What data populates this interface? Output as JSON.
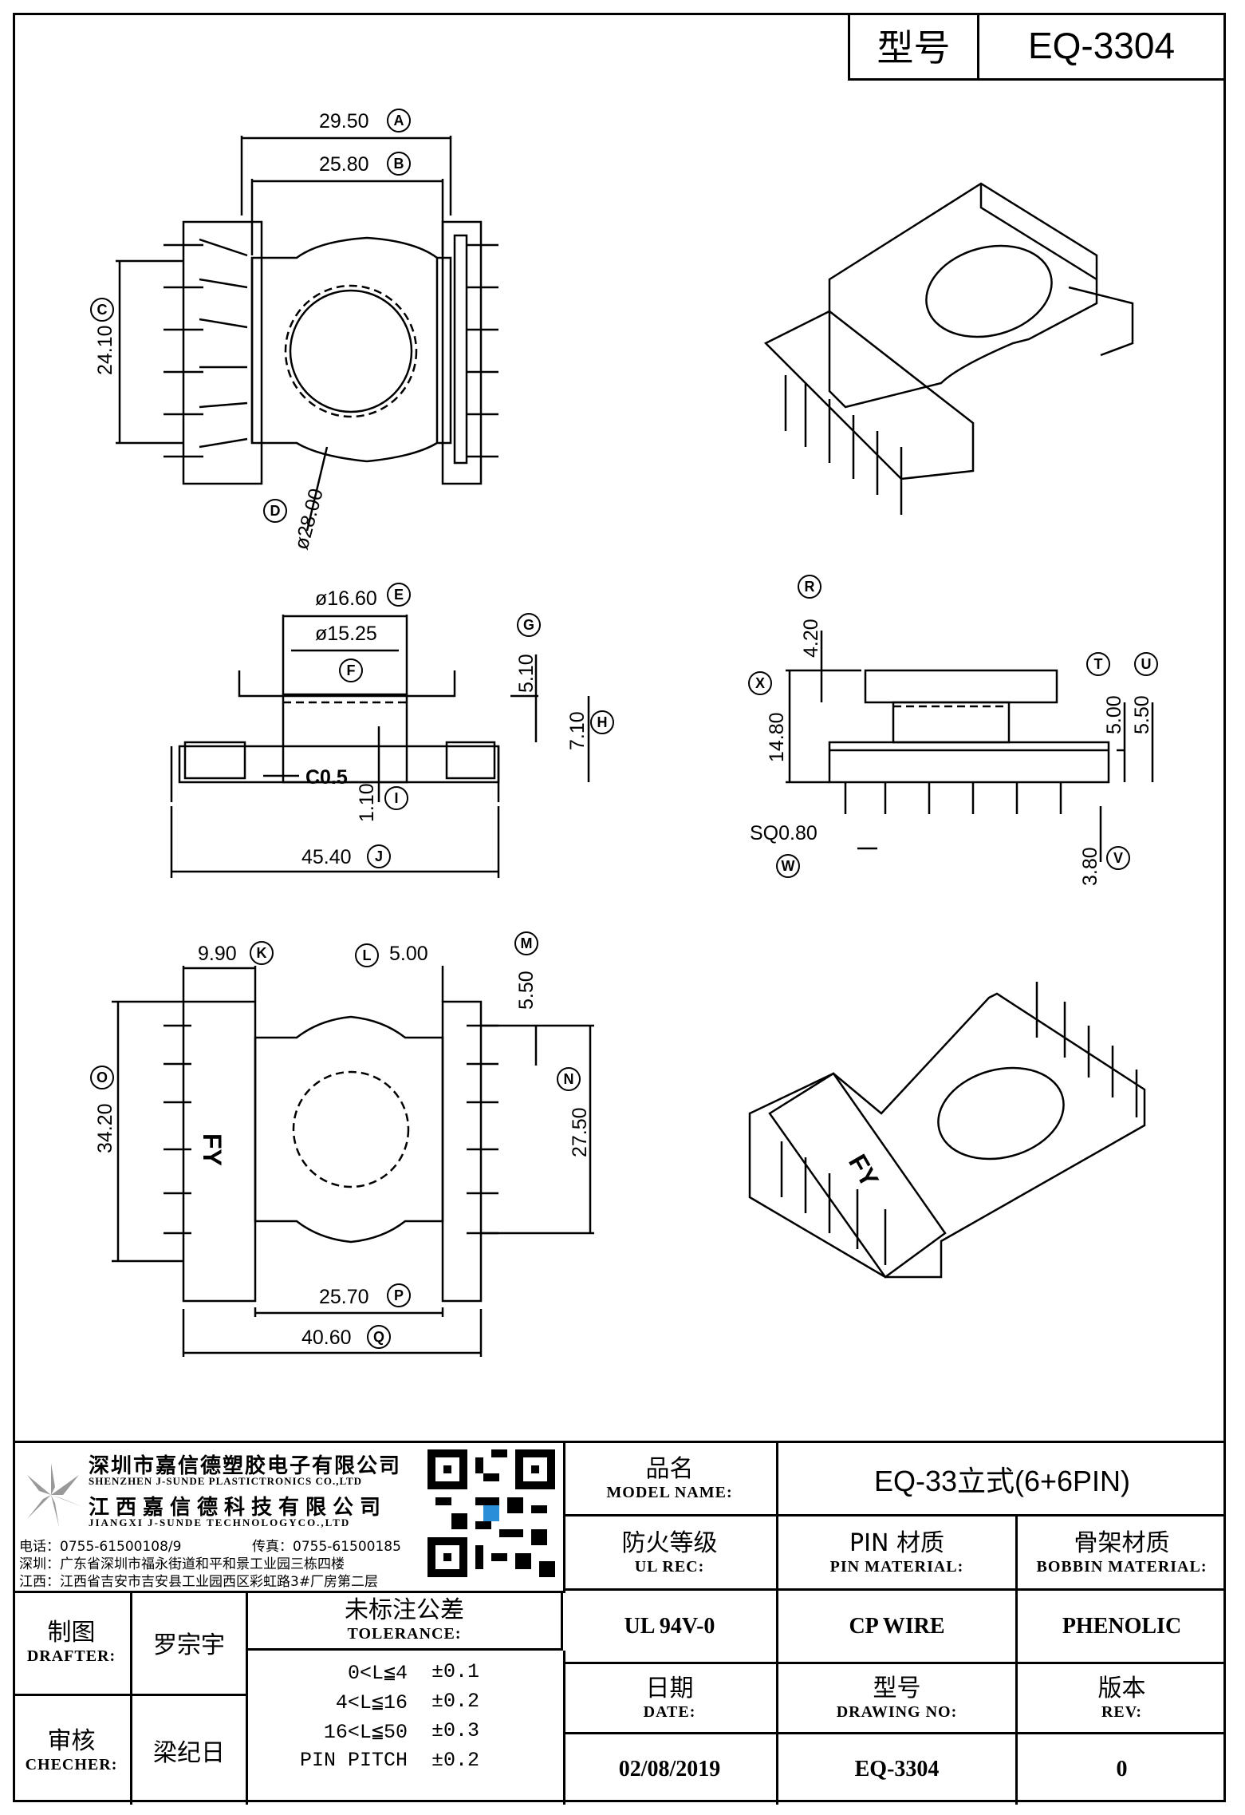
{
  "header": {
    "type_label": "型号",
    "type_value": "EQ-3304"
  },
  "dimensions": {
    "A": "29.50",
    "B": "25.80",
    "C": "24.10",
    "D": "ø28.00",
    "E": "ø16.60",
    "F": "ø15.25",
    "G": "5.10",
    "H": "7.10",
    "I": "1.10",
    "J": "45.40",
    "chamfer": "C0.5",
    "R": "4.20",
    "X": "14.80",
    "T": "5.00",
    "U": "5.50",
    "W": "SQ0.80",
    "V": "3.80",
    "K": "9.90",
    "L": "5.00",
    "M": "5.50",
    "O": "34.20",
    "N": "27.50",
    "P": "25.70",
    "Q": "40.60"
  },
  "markers": [
    "A",
    "B",
    "C",
    "D",
    "E",
    "F",
    "G",
    "H",
    "I",
    "J",
    "R",
    "X",
    "T",
    "U",
    "W",
    "V",
    "K",
    "L",
    "M",
    "O",
    "N",
    "P",
    "Q"
  ],
  "company": {
    "name_sz": "深圳市嘉信德塑胶电子有限公司",
    "name_sz_en": "SHENZHEN J-SUNDE PLASTICTRONICS CO.,LTD",
    "name_jx": "江西嘉信德科技有限公司",
    "name_jx_en": "JIANGXI J-SUNDE TECHNOLOGYCO.,LTD",
    "phone": "电话：0755-61500108/9",
    "fax": "传真：0755-61500185",
    "addr_sz": "深圳：广东省深圳市福永街道和平和景工业园三栋四楼",
    "addr_jx": "江西：江西省吉安市吉安县工业园西区彩虹路3#厂房第二层"
  },
  "title_block": {
    "model_name_zh": "品名",
    "model_name_en": "MODEL NAME:",
    "model_name_value": "EQ-33立式(6+6PIN)",
    "ul_zh": "防火等级",
    "ul_en": "UL REC:",
    "ul_value": "UL 94V-0",
    "pin_zh": "PIN 材质",
    "pin_en": "PIN MATERIAL:",
    "pin_value": "CP WIRE",
    "bobbin_zh": "骨架材质",
    "bobbin_en": "BOBBIN MATERIAL:",
    "bobbin_value": "PHENOLIC",
    "drafter_zh": "制图",
    "drafter_en": "DRAFTER:",
    "drafter_value": "罗宗宇",
    "checker_zh": "审核",
    "checker_en": "CHECHER:",
    "checker_value": "梁纪日",
    "tolerance_zh": "未标注公差",
    "tolerance_en": "TOLERANCE:",
    "tolerances": [
      {
        "range": "0<L≦4",
        "value": "±0.1"
      },
      {
        "range": "4<L≦16",
        "value": "±0.2"
      },
      {
        "range": "16<L≦50",
        "value": "±0.3"
      },
      {
        "range": "PIN PITCH",
        "value": "±0.2"
      }
    ],
    "date_zh": "日期",
    "date_en": "DATE:",
    "date_value": "02/08/2019",
    "drawing_zh": "型号",
    "drawing_en": "DRAWING NO:",
    "drawing_value": "EQ-3304",
    "rev_zh": "版本",
    "rev_en": "REV:",
    "rev_value": "0"
  },
  "part_mark": "FY"
}
